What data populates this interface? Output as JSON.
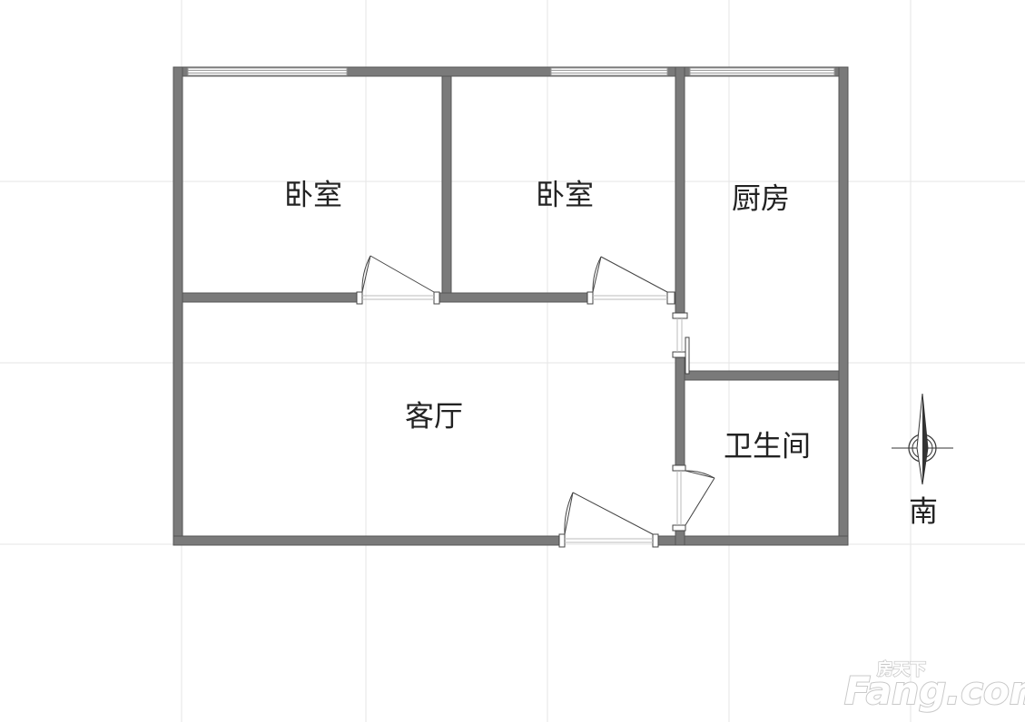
{
  "rooms": {
    "bedroom_1": "卧室",
    "bedroom_2": "卧室",
    "kitchen": "厨房",
    "living_room": "客厅",
    "bathroom": "卫生间"
  },
  "compass": {
    "label": "南"
  },
  "watermark": {
    "brand": "房天下",
    "site": "Fang.com"
  },
  "colors": {
    "wall": "#7a7a7a",
    "wall_edge": "#555555",
    "grid": "#e6e6e6",
    "door": "#444444",
    "window": "#9a9a9a"
  }
}
